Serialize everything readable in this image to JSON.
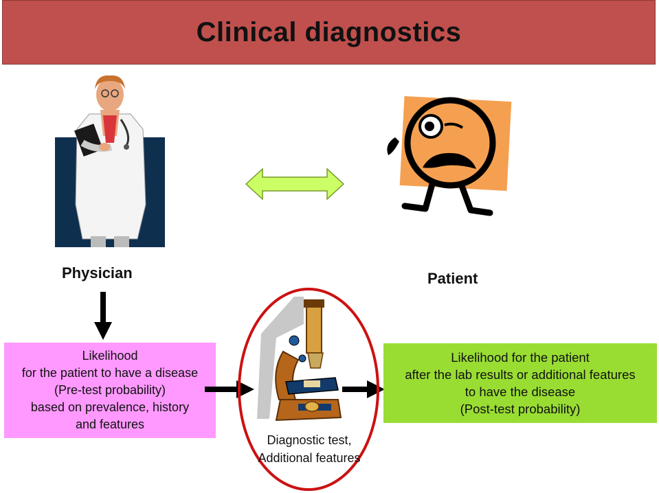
{
  "title": "Clinical diagnostics",
  "physician_label": "Physician",
  "patient_label": "Patient",
  "pretest_box": {
    "lines": [
      "Likelihood",
      "for the patient to have a disease",
      "(Pre-test probability)",
      "based on prevalence, history",
      "and features"
    ]
  },
  "test_caption": {
    "lines": [
      "Diagnostic test,",
      "Additional features"
    ]
  },
  "posttest_box": {
    "lines": [
      "Likelihood for the patient",
      "after the lab  results or additional features",
      "to have the disease",
      "(Post-test probability)"
    ]
  },
  "colors": {
    "title_bg": "#c0504d",
    "pretest_bg": "#ff99ff",
    "posttest_bg": "#99dd33",
    "double_arrow": "#ccff66",
    "circle": "#cc1111"
  },
  "icons": [
    "physician-illustration",
    "sad-patient-illustration",
    "microscope-illustration",
    "double-arrow",
    "down-arrow",
    "right-arrow"
  ]
}
